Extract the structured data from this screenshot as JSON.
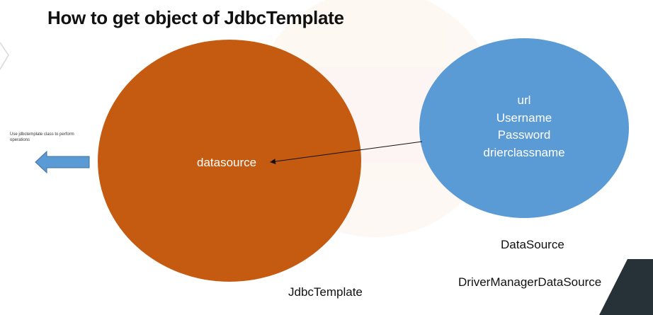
{
  "title": "How to get object of JdbcTemplate",
  "note": "Use jdbctemplate class to perform operations",
  "jdbc_circle": {
    "inner_label": "datasource",
    "caption": "JdbcTemplate"
  },
  "datasource_circle": {
    "lines": [
      "url",
      "Username",
      "Password",
      "drierclassname"
    ],
    "caption": "DataSource",
    "sub_caption": "DriverManagerDataSource"
  },
  "colors": {
    "jdbc_fill": "#c55a11",
    "datasource_fill": "#5b9bd5",
    "arrow_fill": "#5b9bd5",
    "corner_dark": "#263238"
  }
}
